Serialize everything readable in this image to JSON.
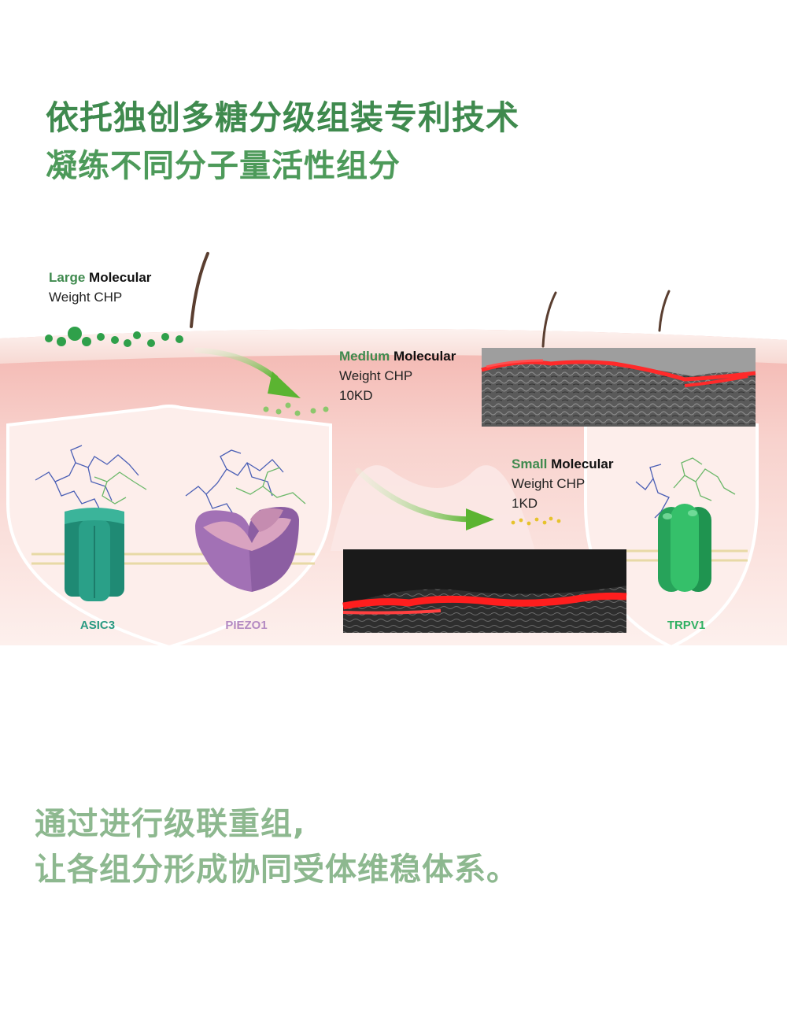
{
  "headline": "依托独创多糖分级组装专利技术",
  "subline": "凝练不同分子量活性组分",
  "large": {
    "size": "Large",
    "molecular": "Molecular",
    "weight": "Weight CHP"
  },
  "medium": {
    "size": "Medlum",
    "molecular": "Molecular",
    "weight": "Weight CHP",
    "kd": "10KD"
  },
  "small": {
    "size": "Small",
    "molecular": "Molecular",
    "weight": "Weight CHP",
    "kd": "1KD"
  },
  "proteins": {
    "asic3": "ASIC3",
    "piezo1": "PIEZO1",
    "trpv1": "TRPV1"
  },
  "colors": {
    "green_text": "#3f8a4e",
    "skin": "#f5c2bc",
    "fluorescence_red": "#ff2a2a",
    "asic3": "#2a9a82",
    "piezo1": "#b48ac2",
    "trpv1": "#2fb062"
  },
  "footer": {
    "line1": "通过进行级联重组,",
    "line2": "让各组分形成协同受体维稳体系。"
  }
}
